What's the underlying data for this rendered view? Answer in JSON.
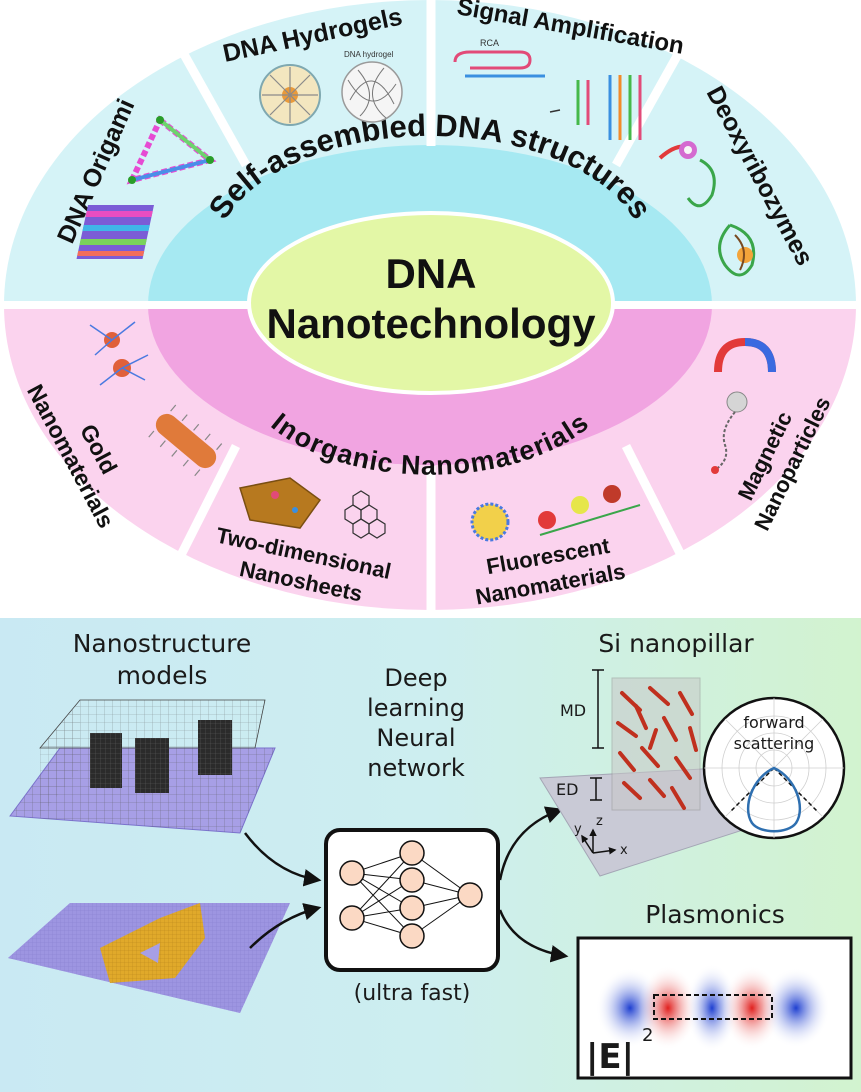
{
  "top_panel": {
    "center_title_line1": "DNA",
    "center_title_line2": "Nanotechnology",
    "inner_ring_top": "Self-assembled DNA structures",
    "inner_ring_bottom": "Inorganic Nanomaterials",
    "sectors_top": {
      "origami": "DNA Origami",
      "hydrogels": "DNA Hydrogels",
      "hydrogel_small_label": "DNA hydrogel",
      "signal": "Signal Amplification",
      "rca_label": "RCA",
      "deoxy": "Deoxyribozymes"
    },
    "sectors_bottom": {
      "gold_line1": "Gold",
      "gold_line2": "Nanomaterials",
      "twod_line1": "Two-dimensional",
      "twod_line2": "Nanosheets",
      "fluor_line1": "Fluorescent",
      "fluor_line2": "Nanomaterials",
      "magnetic_line1": "Magnetic",
      "magnetic_line2": "Nanoparticles"
    },
    "colors": {
      "outer_cyan": "#d5f3f7",
      "inner_cyan": "#a6e9f2",
      "center_green": "#e3f7a6",
      "outer_pink": "#fbd3ee",
      "inner_pink": "#f1a4e1"
    }
  },
  "bottom_panel": {
    "models_title_line1": "Nanostructure",
    "models_title_line2": "models",
    "dl_line1": "Deep",
    "dl_line2": "learning",
    "dl_line3": "Neural",
    "dl_line4": "network",
    "dl_caption": "(ultra fast)",
    "si_title": "Si nanopillar",
    "md_label": "MD",
    "ed_label": "ED",
    "axis_x": "x",
    "axis_y": "y",
    "axis_z": "z",
    "fs_line1": "forward",
    "fs_line2": "scattering",
    "plasmonics_title": "Plasmonics",
    "field_label": "|E|",
    "field_exp": "2"
  }
}
